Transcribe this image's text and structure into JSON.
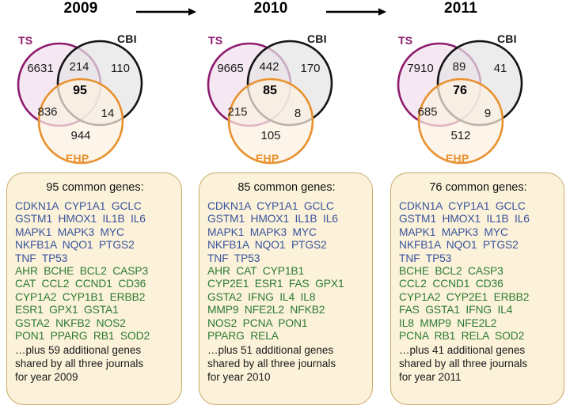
{
  "colors": {
    "ts": "#8E1B6E",
    "cbi": "#141414",
    "ehp": "#E8912E",
    "ts_fill": "#F3E4F0",
    "cbi_fill": "#E6E4E6",
    "ehp_fill": "#FCF1E2",
    "gene_blue": "#39539E",
    "gene_green": "#2B7A33",
    "box_bg": "#FBF2D9",
    "box_border": "#C9A96A"
  },
  "panels": [
    {
      "year": "2009",
      "venn": {
        "labels": {
          "ts": "TS",
          "cbi": "CBI",
          "ehp": "EHP"
        },
        "counts": {
          "ts_only": "6631",
          "cbi_only": "110",
          "ehp_only": "944",
          "ts_cbi": "214",
          "ts_ehp": "836",
          "cbi_ehp": "14",
          "all_three": "95"
        }
      },
      "box": {
        "title": "95 common genes:",
        "blue_lines": [
          "CDKN1A  CYP1A1  GCLC",
          "GSTM1  HMOX1  IL1B  IL6",
          "MAPK1  MAPK3  MYC",
          "NKFB1A  NQO1  PTGS2",
          "TNF  TP53"
        ],
        "green_lines": [
          "AHR  BCHE  BCL2  CASP3",
          "CAT  CCL2  CCND1  CD36",
          "CYP1A2  CYP1B1  ERBB2",
          "ESR1  GPX1  GSTA1",
          "GSTA2  NKFB2  NOS2",
          "PON1  PPARG  RB1  SOD2"
        ],
        "footer": "…plus 59 additional genes\nshared by all three journals\nfor year 2009"
      }
    },
    {
      "year": "2010",
      "venn": {
        "labels": {
          "ts": "TS",
          "cbi": "CBI",
          "ehp": "EHP"
        },
        "counts": {
          "ts_only": "9665",
          "cbi_only": "170",
          "ehp_only": "105",
          "ts_cbi": "442",
          "ts_ehp": "215",
          "cbi_ehp": "8",
          "all_three": "85"
        }
      },
      "box": {
        "title": "85 common genes:",
        "blue_lines": [
          "CDKN1A  CYP1A1  GCLC",
          "GSTM1  HMOX1  IL1B  IL6",
          "MAPK1  MAPK3  MYC",
          "NKFB1A  NQO1  PTGS2",
          "TNF  TP53"
        ],
        "green_lines": [
          "AHR  CAT  CYP1B1",
          "CYP2E1  ESR1  FAS  GPX1",
          "GSTA2  IFNG  IL4  IL8",
          "MMP9  NFE2L2  NFKB2",
          "NOS2  PCNA  PON1",
          "PPARG  RELA"
        ],
        "footer": "…plus 51 additional genes\nshared by all three journals\nfor year 2010"
      }
    },
    {
      "year": "2011",
      "venn": {
        "labels": {
          "ts": "TS",
          "cbi": "CBI",
          "ehp": "EHP"
        },
        "counts": {
          "ts_only": "7910",
          "cbi_only": "41",
          "ehp_only": "512",
          "ts_cbi": "89",
          "ts_ehp": "685",
          "cbi_ehp": "9",
          "all_three": "76"
        }
      },
      "box": {
        "title": "76 common genes:",
        "blue_lines": [
          "CDKN1A  CYP1A1  GCLC",
          "GSTM1  HMOX1  IL1B  IL6",
          "MAPK1  MAPK3  MYC",
          "NKFB1A  NQO1  PTGS2",
          "TNF  TP53"
        ],
        "green_lines": [
          "BCHE  BCL2  CASP3",
          "CCL2  CCND1  CD36",
          "CYP1A2  CYP2E1  ERBB2",
          "FAS  GSTA1  IFNG  IL4",
          "IL8  MMP9  NFE2L2",
          "PCNA  RB1  RELA  SOD2"
        ],
        "footer": "…plus 41 additional genes\nshared by all three journals\nfor year 2011"
      }
    }
  ]
}
